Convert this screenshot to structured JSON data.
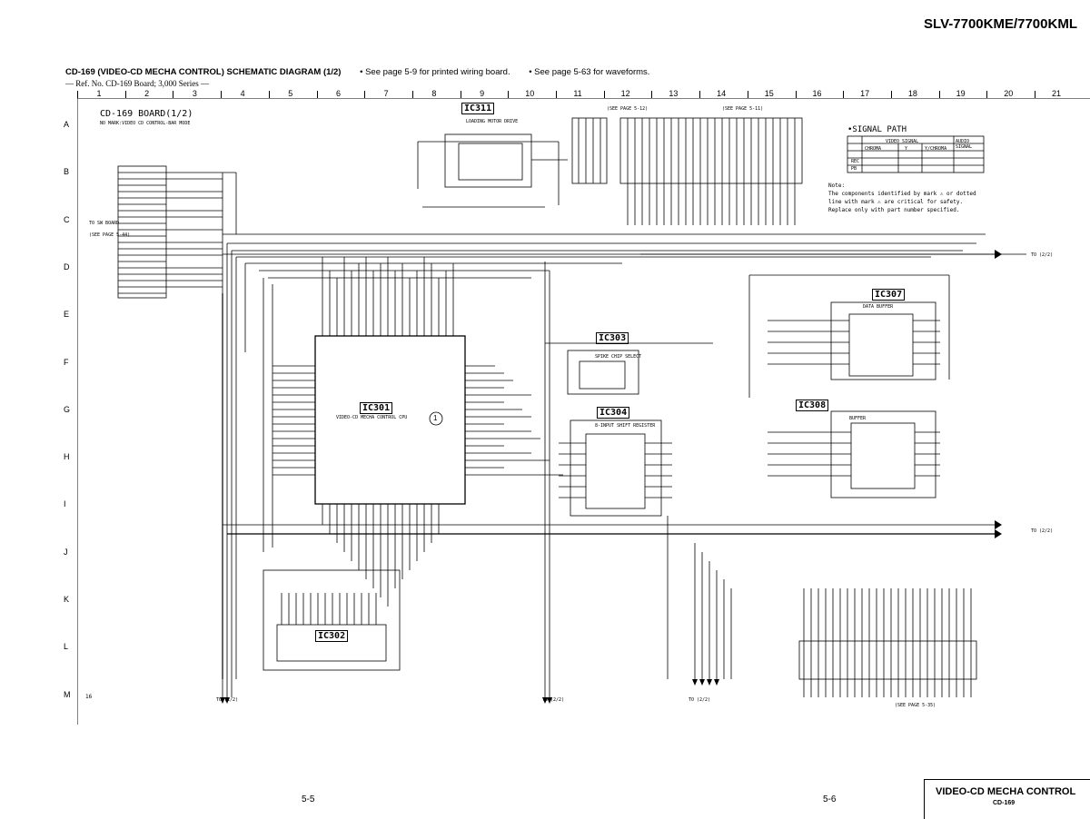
{
  "header": {
    "model": "SLV-7700KME/7700KML",
    "title": "CD-169 (VIDEO-CD MECHA CONTROL) SCHEMATIC DIAGRAM (1/2)",
    "notes": [
      "• See page 5-9 for printed wiring board.",
      "• See page 5-63 for waveforms."
    ],
    "ref": "— Ref. No. CD-169 Board; 3,000 Series —"
  },
  "grid": {
    "columns": [
      "1",
      "2",
      "3",
      "4",
      "5",
      "6",
      "7",
      "8",
      "9",
      "10",
      "11",
      "12",
      "13",
      "14",
      "15",
      "16",
      "17",
      "18",
      "19",
      "20",
      "21"
    ],
    "rows": [
      "A",
      "B",
      "C",
      "D",
      "E",
      "F",
      "G",
      "H",
      "I",
      "J",
      "K",
      "L",
      "M"
    ]
  },
  "board": {
    "title": "CD-169 BOARD(1/2)",
    "subtitle": "NO MARK:VIDEO CD CONTROL-BAR MODE"
  },
  "ics": {
    "ic301": {
      "label": "IC301",
      "desc": "VIDEO-CD MECHA CONTROL CPU",
      "part": "IC301"
    },
    "ic302": {
      "label": "IC302"
    },
    "ic303": {
      "label": "IC303",
      "desc": "SPIKE CHIP SELECT"
    },
    "ic304": {
      "label": "IC304",
      "desc": "8-INPUT SHIFT REGISTER"
    },
    "ic307": {
      "label": "IC307",
      "desc": "DATA BUFFER"
    },
    "ic308": {
      "label": "IC308",
      "desc": "BUFFER"
    },
    "ic311": {
      "label": "IC311",
      "desc": "LOADING MOTOR DRIVE"
    }
  },
  "connectors": {
    "left_top": "TO SW BOARD",
    "left_page": "(SEE PAGE 5-44)",
    "top_mid": "(SEE PAGE 5-12)",
    "top_right": "(SEE PAGE 5-11)",
    "bottom_right": "(SEE PAGE 5-35)",
    "right_1": "TO (2/2)",
    "right_2": "TO (2/2)",
    "bottom_1": "TO (2/2)",
    "bottom_2": "TO (2/2)",
    "bottom_3": "TO (2/2)"
  },
  "signal_path": {
    "title": "•SIGNAL PATH",
    "group_header": "VIDEO SIGNAL",
    "columns": [
      "CHROMA",
      "Y",
      "Y/CHROMA",
      "AUDIO SIGNAL"
    ],
    "rows": [
      "REC",
      "PB"
    ]
  },
  "note": {
    "title": "Note:",
    "lines": [
      "The components identified by mark ⚠ or dotted",
      "line with mark ⚠ are critical for safety.",
      "Replace only with part number specified."
    ]
  },
  "marker": "1",
  "m_row_label": "16",
  "footer": {
    "page_left": "5-5",
    "page_right": "5-6",
    "title": "VIDEO-CD MECHA CONTROL",
    "subtitle": "CD-169"
  }
}
